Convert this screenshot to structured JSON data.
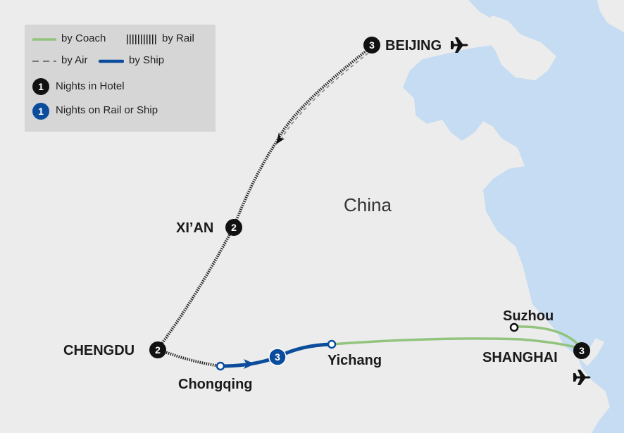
{
  "legend": {
    "coach": "by Coach",
    "rail": "by Rail",
    "air": "by Air",
    "ship": "by Ship",
    "hotel_nights": "Nights in Hotel",
    "rail_ship_nights": "Nights on Rail or Ship",
    "badge_example": "1"
  },
  "map": {
    "country": "China",
    "colors": {
      "land": "#ececec",
      "water": "#c5dcf2",
      "coach": "#93c47d",
      "ship": "#0b4d9c",
      "rail": "#222222",
      "badge_hotel": "#111111",
      "badge_ship": "#0b4d9c"
    },
    "cities": {
      "beijing": {
        "name": "BEIJING",
        "nights": "3"
      },
      "xian": {
        "name": "XI’AN",
        "nights": "2"
      },
      "chengdu": {
        "name": "CHENGDU",
        "nights": "2"
      },
      "chongqing": {
        "name": "Chongqing"
      },
      "yichang": {
        "name": "Yichang"
      },
      "suzhou": {
        "name": "Suzhou"
      },
      "shanghai": {
        "name": "SHANGHAI",
        "nights": "3"
      },
      "ship_leg": {
        "nights": "3"
      }
    },
    "icons": [
      "airplane-icon",
      "airplane-icon"
    ]
  }
}
